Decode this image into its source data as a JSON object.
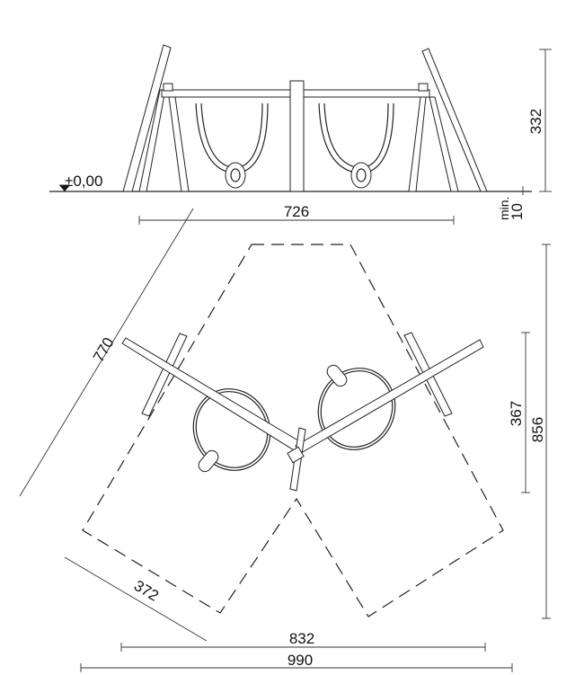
{
  "elevation": {
    "level_label": "±0,00",
    "height_dim": "332",
    "width_dim": "726",
    "clearance_dim": "min.",
    "clearance_value": "10"
  },
  "plan": {
    "diagonal_dim": "770",
    "inner_depth_dim": "367",
    "total_depth_dim": "856",
    "side_dim": "372",
    "inner_width_dim": "832",
    "total_width_dim": "990"
  }
}
